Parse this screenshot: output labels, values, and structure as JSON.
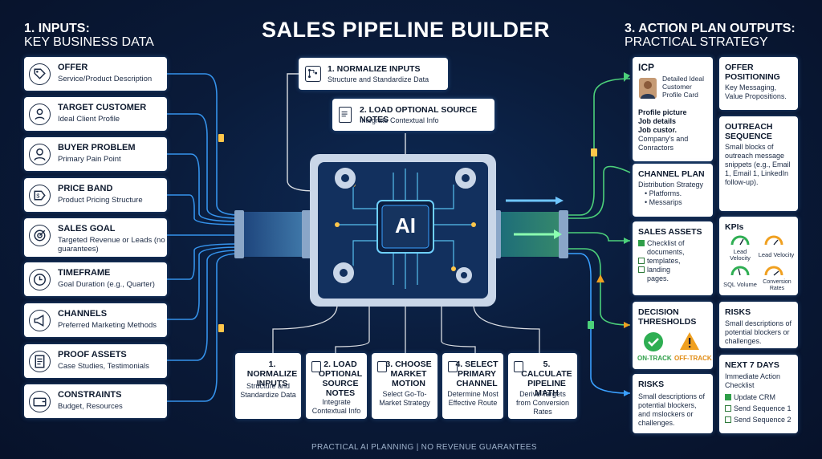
{
  "title": "SALES PIPELINE BUILDER",
  "inputs_header": {
    "line1": "1. INPUTS:",
    "line2": "KEY BUSINESS DATA"
  },
  "outputs_header": {
    "line1": "3. ACTION PLAN OUTPUTS:",
    "line2": "PRACTICAL STRATEGY"
  },
  "inputs": [
    {
      "title": "OFFER",
      "sub": "Service/Product Description",
      "icon": "tag-icon"
    },
    {
      "title": "TARGET CUSTOMER",
      "sub": "Ideal Client Profile",
      "icon": "person-badge-icon"
    },
    {
      "title": "BUYER PROBLEM",
      "sub": "Primary Pain Point",
      "icon": "user-icon"
    },
    {
      "title": "PRICE BAND",
      "sub": "Product Pricing Structure",
      "icon": "price-tag-icon"
    },
    {
      "title": "SALES GOAL",
      "sub": "Targeted Revenue or Leads (no guarantees)",
      "icon": "target-icon"
    },
    {
      "title": "TIMEFRAME",
      "sub": "Goal Duration (e.g., Quarter)",
      "icon": "clock-icon"
    },
    {
      "title": "CHANNELS",
      "sub": "Preferred Marketing Methods",
      "icon": "megaphone-icon"
    },
    {
      "title": "PROOF ASSETS",
      "sub": "Case Studies, Testimonials",
      "icon": "document-icon"
    },
    {
      "title": "CONSTRAINTS",
      "sub": "Budget, Resources",
      "icon": "wallet-icon"
    }
  ],
  "top_steps": [
    {
      "title": "1. NORMALIZE INPUTS",
      "sub": "Structure and Standardize Data",
      "icon": "flow-icon"
    },
    {
      "title": "2. LOAD OPTIONAL SOURCE NOTES",
      "sub": "Integrate Contextual Info",
      "icon": "notes-icon"
    }
  ],
  "chip_label": "AI",
  "bottom_steps": [
    {
      "title": "1. NORMALIZE INPUTS",
      "sub": "Structure and Standardize Data"
    },
    {
      "title": "2. LOAD OPTIONAL SOURCE NOTES",
      "sub": "Integrate Contextual Info"
    },
    {
      "title": "3. CHOOSE MARKET MOTION",
      "sub": "Select Go-To-Market Strategy"
    },
    {
      "title": "4. SELECT PRIMARY CHANNEL",
      "sub": "Determine Most Effective Route"
    },
    {
      "title": "5. CALCULATE PIPELINE MATH",
      "sub": "Derive Targets from Conversion Rates"
    }
  ],
  "outputs": {
    "icp": {
      "title": "ICP",
      "card_label": "Detailed Ideal Customer Profile Card",
      "lines": [
        "Profile picture",
        "Job details",
        "Job custor."
      ],
      "extra": "Company's and Conractors"
    },
    "offer_positioning": {
      "title": "OFFER POSITIONING",
      "sub": "Key Messaging, Value Propositions."
    },
    "outreach_sequence": {
      "title": "OUTREACH SEQUENCE",
      "sub": "Small blocks of outreach message snippets (e.g., Email 1, Email 1, LinkedIn follow-up)."
    },
    "channel_plan": {
      "title": "CHANNEL PLAN",
      "sub": "Distribution Strategy",
      "bullets": [
        "Platforms.",
        "Messarips"
      ]
    },
    "kpis": {
      "title": "KPIs",
      "gauges": [
        "Lead Velocity",
        "Lead Velocity",
        "SQL Volume",
        "Conversion Rates"
      ]
    },
    "sales_assets": {
      "title": "SALES ASSETS",
      "items": [
        "Checklist of",
        "documents,",
        "templates,",
        "landing",
        "pages."
      ]
    },
    "risks_right": {
      "title": "RISKS",
      "sub": "Small descriptions of potential blockers or challenges."
    },
    "decision_thresholds": {
      "title": "DECISION THRESHOLDS",
      "on_track": "ON-TRACK",
      "off_track": "OFF-TRACK"
    },
    "next_7_days": {
      "title": "NEXT 7 DAYS",
      "sub": "Immediate Action Checklist",
      "items": [
        "Update CRM",
        "Send Sequence 1",
        "Send Sequence 2"
      ]
    },
    "risks_left": {
      "title": "RISKS",
      "sub": "Small descriptions of potential blockers, and mslockers or challenges."
    }
  },
  "footer": "PRACTICAL AI PLANNING | NO REVENUE GUARANTEES",
  "colors": {
    "background": "#0a1b3a",
    "glow": "#3aa0ff",
    "green": "#4cd07a",
    "orange": "#f0a020"
  }
}
